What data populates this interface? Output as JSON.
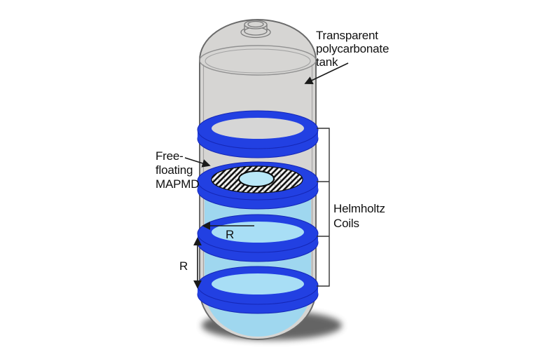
{
  "labels": {
    "tank_label": [
      "Transparent",
      "polycarbonate",
      "tank"
    ],
    "mapmd_label": [
      "Free-",
      "floating",
      "MAPMD"
    ],
    "helmholtz_label": [
      "Helmholtz",
      "Coils"
    ],
    "radius_label": "R",
    "coil_spacing_label": "R"
  },
  "colors": {
    "coil_blue": "#2240e2",
    "coil_hole_top": "#d6d6d6",
    "liquid_blue": "#9fd7ef",
    "liquid_surface": "#a8def5",
    "tank_gray": "#d6d5d3",
    "mapmd_hole_blue": "#b9e7f7",
    "shadow_gray": "#4f4f4f",
    "background": "#ffffff"
  }
}
